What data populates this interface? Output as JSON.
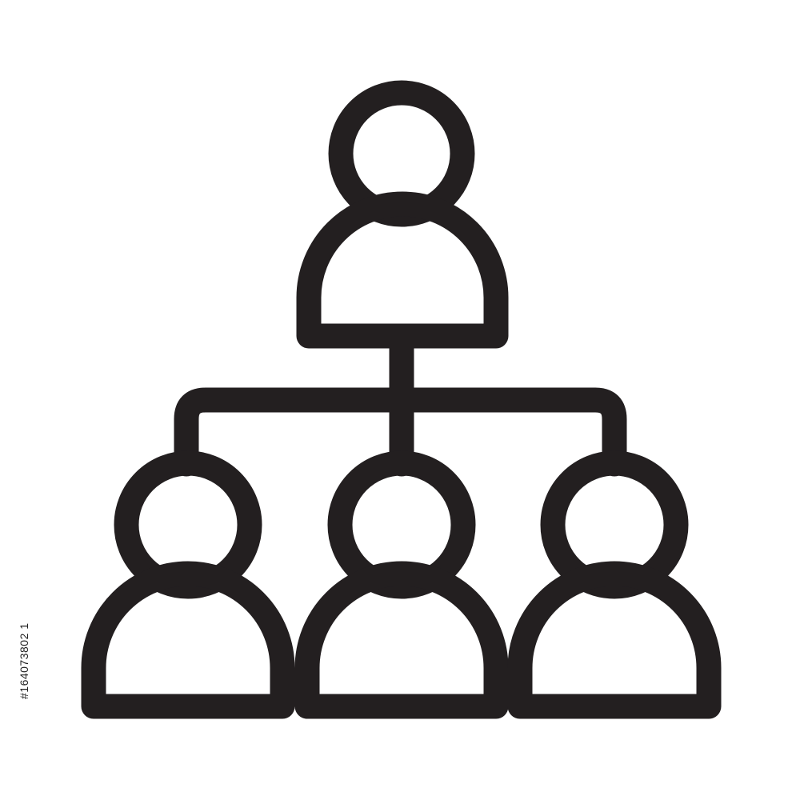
{
  "icon": {
    "name": "org-chart-icon",
    "stroke_color": "#231f20",
    "background_color": "#ffffff"
  },
  "nodes": [
    {
      "role": "manager",
      "icon": "person-icon"
    },
    {
      "role": "team-member-left",
      "icon": "person-icon"
    },
    {
      "role": "team-member-center",
      "icon": "person-icon"
    },
    {
      "role": "team-member-right",
      "icon": "person-icon"
    }
  ],
  "watermark": {
    "stock_id": "#164073802 1"
  }
}
